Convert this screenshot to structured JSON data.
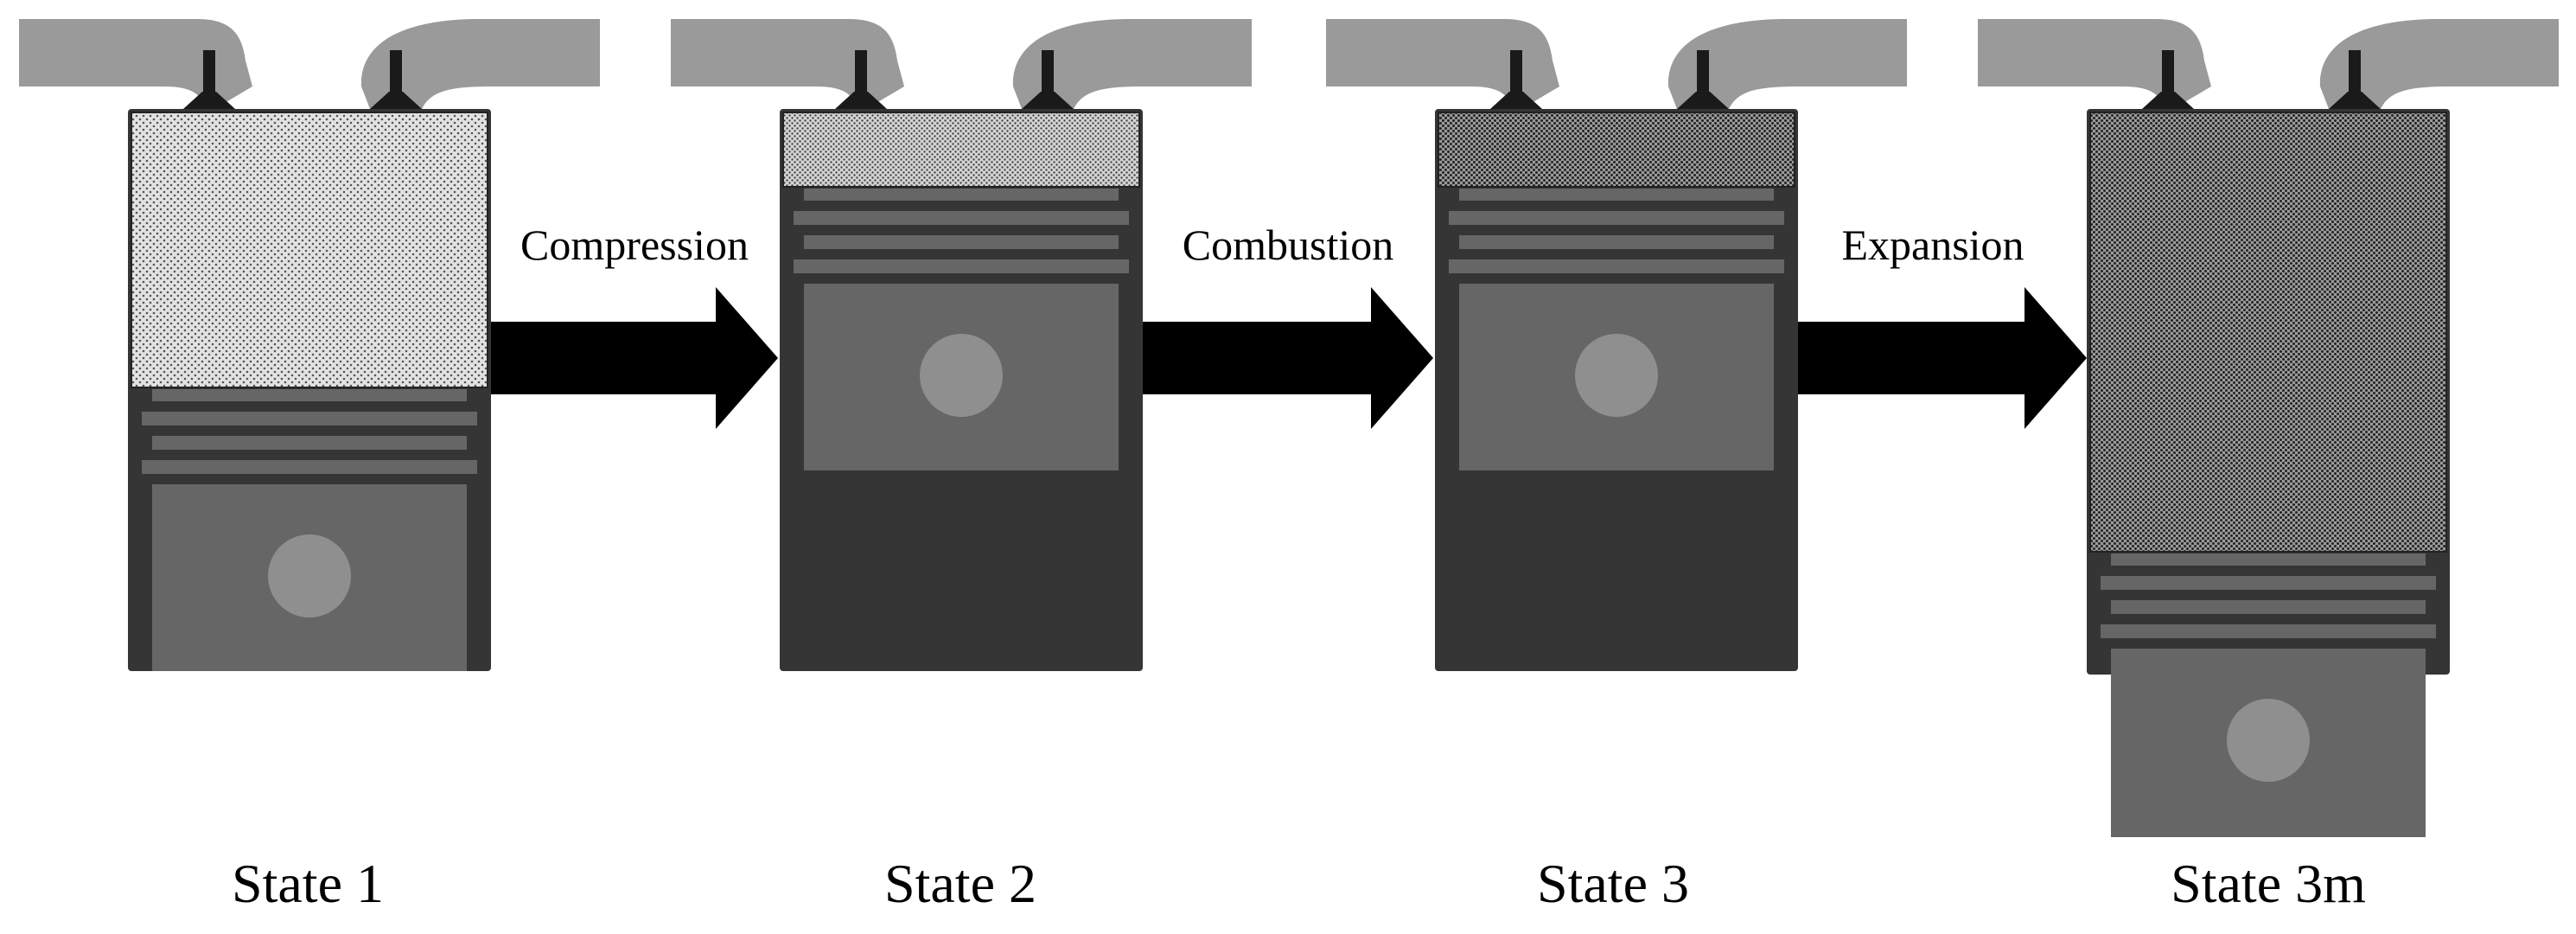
{
  "states": [
    {
      "label": "State 1"
    },
    {
      "label": "State 2"
    },
    {
      "label": "State 3"
    },
    {
      "label": "State 3m"
    }
  ],
  "processes": [
    {
      "label": "Compression"
    },
    {
      "label": "Combustion"
    },
    {
      "label": "Expansion"
    }
  ],
  "colors": {
    "cylinder": "#353535",
    "piston": "#666666",
    "pin": "#8f8f8f",
    "ring": "#5a5a5a",
    "manifold": "#9a9a9a",
    "valve": "#1a1a1a",
    "arrow": "#000000",
    "gas_light": "#dcdcdc",
    "gas_medium": "#cfcfcf",
    "gas_dark": "#8a8a8a"
  }
}
